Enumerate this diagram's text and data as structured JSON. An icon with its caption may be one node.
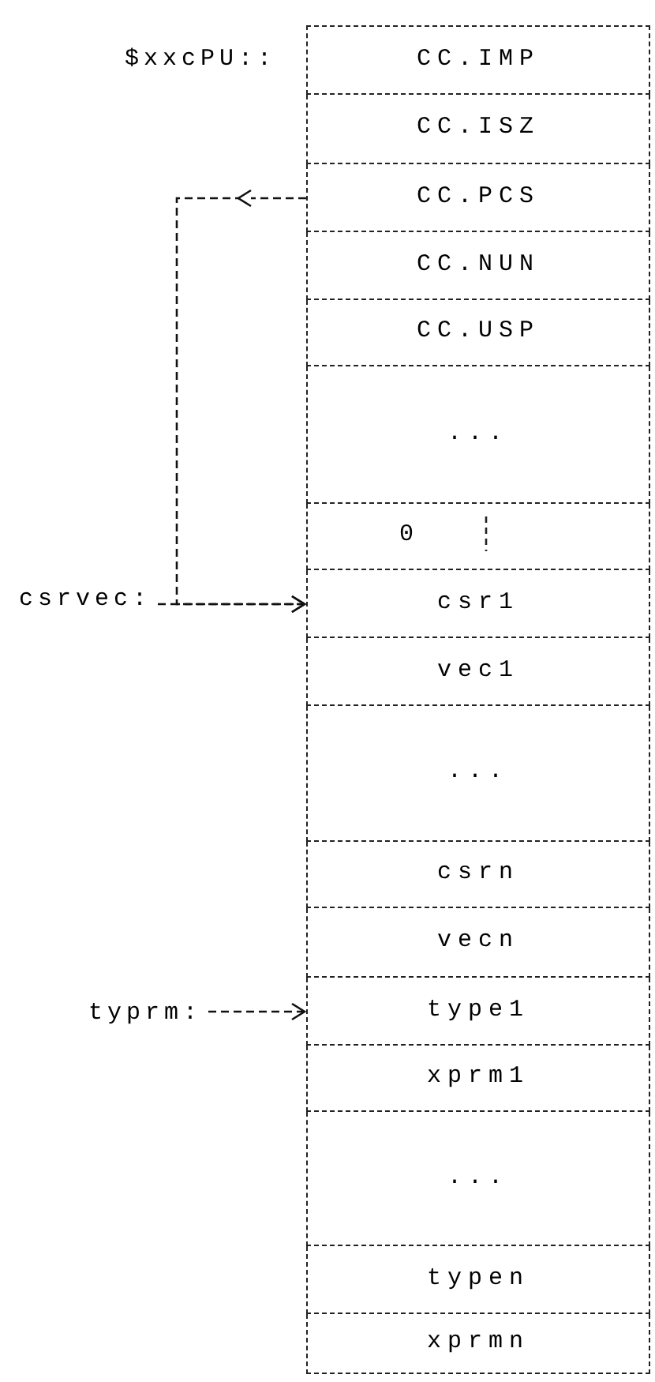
{
  "diagram": {
    "nodes": [
      {
        "text": [
          "CC.IMP"
        ],
        "beside": [
          "$xxcPU::"
        ]
      },
      {
        "text": [
          "CC.ISZ"
        ]
      },
      {
        "text": [
          "CC.PCS"
        ]
      },
      {
        "text": [
          "CC.NUN"
        ]
      },
      {
        "text": [
          "CC.USP"
        ]
      },
      {
        "text": [
          "..."
        ]
      },
      {
        "text": [
          "0"
        ]
      },
      {
        "text": [
          "csrvec:"
        ]
      },
      {
        "text": [
          "csr1"
        ]
      },
      {
        "text": [
          "vec1"
        ]
      },
      {
        "text": [
          "..."
        ]
      },
      {
        "text": [
          "csrn"
        ]
      },
      {
        "text": [
          "vecn"
        ]
      },
      {
        "text": [
          "typrm:"
        ]
      },
      {
        "text": [
          "type1"
        ]
      },
      {
        "text": [
          "xprm1"
        ]
      },
      {
        "text": [
          "..."
        ]
      },
      {
        "text": [
          "typen"
        ]
      },
      {
        "text": [
          "xprmn"
        ]
      }
    ],
    "edges": [
      {
        "from": 2,
        "to": 8,
        "arrow": "to"
      },
      {
        "from": 7,
        "to": 8,
        "arrow": "to"
      },
      {
        "from": 13,
        "to": 14,
        "arrow": "to"
      }
    ]
  }
}
